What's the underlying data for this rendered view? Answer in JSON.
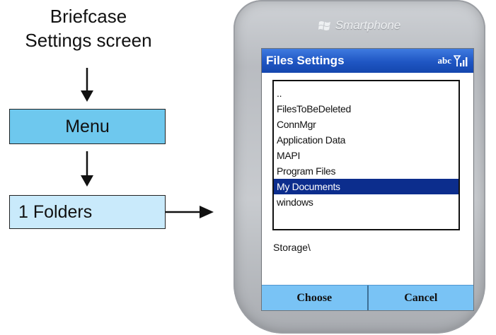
{
  "flow": {
    "caption_line1": "Briefcase",
    "caption_line2": "Settings screen",
    "step_menu": "Menu",
    "step_folders": "1 Folders"
  },
  "colors": {
    "menu_box": "#6ec8ee",
    "folders_box": "#c9eafb",
    "title_bar": "#1f56c3",
    "selection": "#0c2d8d",
    "softkey_bar": "#79c3f5"
  },
  "phone": {
    "brand": "Smartphone",
    "brand_icon": "windows-flag-icon",
    "title": "Files Settings",
    "input_mode": "abc",
    "signal_icon": "signal-strength-icon",
    "folders": [
      {
        "label": "..",
        "selected": false
      },
      {
        "label": "FilesToBeDeleted",
        "selected": false
      },
      {
        "label": "ConnMgr",
        "selected": false
      },
      {
        "label": "Application Data",
        "selected": false
      },
      {
        "label": "MAPI",
        "selected": false
      },
      {
        "label": "Program Files",
        "selected": false
      },
      {
        "label": "My Documents",
        "selected": true
      },
      {
        "label": "windows",
        "selected": false
      }
    ],
    "path": "Storage\\",
    "softkeys": {
      "left": "Choose",
      "right": "Cancel"
    }
  }
}
